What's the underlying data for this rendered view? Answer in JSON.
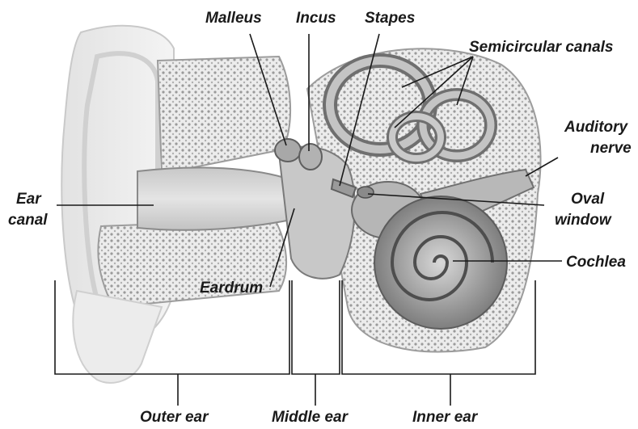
{
  "labels": {
    "malleus": "Malleus",
    "incus": "Incus",
    "stapes": "Stapes",
    "semicircular_canals": "Semicircular canals",
    "auditory_nerve_line1": "Auditory",
    "auditory_nerve_line2": "nerve",
    "ear_canal_line1": "Ear",
    "ear_canal_line2": "canal",
    "oval_window_line1": "Oval",
    "oval_window_line2": "window",
    "cochlea": "Cochlea",
    "eardrum": "Eardrum",
    "outer_ear": "Outer ear",
    "middle_ear": "Middle ear",
    "inner_ear": "Inner ear"
  },
  "colors": {
    "tissue_light": "#e9e9e9",
    "tissue_mid": "#bdbdbd",
    "tissue_dark": "#8a8a8a",
    "leader_line": "#1a1a1a"
  }
}
